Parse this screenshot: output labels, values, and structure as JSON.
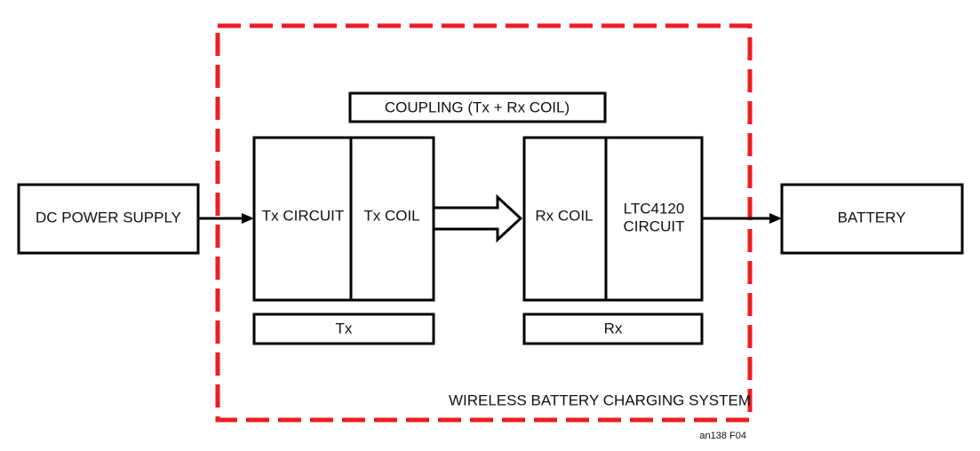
{
  "diagram": {
    "system_label": "WIRELESS BATTERY CHARGING SYSTEM",
    "figure_id": "an138 F04",
    "boundary_color": "#ee1c25",
    "blocks": {
      "dc_power_supply": "DC POWER SUPPLY",
      "coupling": "COUPLING (Tx + Rx COIL)",
      "tx_circuit": "Tx CIRCUIT",
      "tx_coil": "Tx COIL",
      "rx_coil": "Rx COIL",
      "ltc4120_line1": "LTC4120",
      "ltc4120_line2": "CIRCUIT",
      "battery": "BATTERY",
      "tx_label": "Tx",
      "rx_label": "Rx"
    },
    "connections": [
      {
        "from": "DC POWER SUPPLY",
        "to": "Tx CIRCUIT",
        "type": "arrow"
      },
      {
        "from": "Tx COIL",
        "to": "Rx COIL",
        "type": "hollow-arrow"
      },
      {
        "from": "LTC4120 CIRCUIT",
        "to": "BATTERY",
        "type": "arrow"
      }
    ]
  }
}
